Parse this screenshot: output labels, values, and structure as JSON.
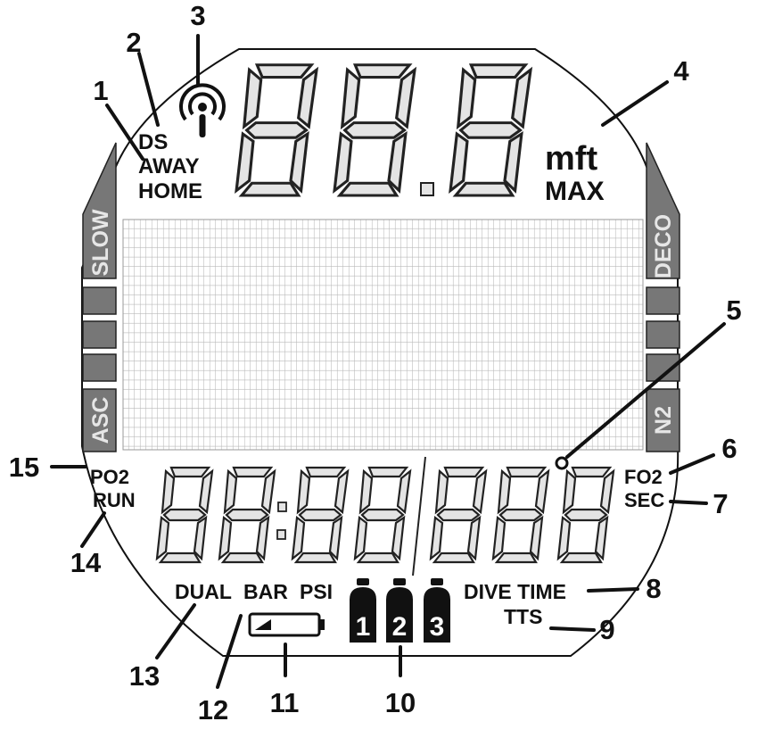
{
  "colors": {
    "ink": "#111111",
    "segment_fill": "#e4e4e4",
    "side_bar": "#777777",
    "grid": "#c9c9c9"
  },
  "icons": {
    "signal": "signal-icon",
    "battery": "battery-icon",
    "tanks": "tank-icon"
  },
  "callouts": [
    "1",
    "2",
    "3",
    "4",
    "5",
    "6",
    "7",
    "8",
    "9",
    "10",
    "11",
    "12",
    "13",
    "14",
    "15"
  ],
  "labels": {
    "ds": "DS",
    "away": "AWAY",
    "home": "HOME",
    "mft": "mft",
    "max": "MAX",
    "slow": "SLOW",
    "asc": "ASC",
    "deco": "DECO",
    "n2": "N2",
    "po2": "PO2",
    "run": "RUN",
    "fo2": "FO2",
    "sec": "SEC",
    "dual": "DUAL",
    "bar": "BAR",
    "psi": "PSI",
    "dive_time": "DIVE TIME",
    "tts": "TTS"
  },
  "tanks": [
    "1",
    "2",
    "3"
  ]
}
